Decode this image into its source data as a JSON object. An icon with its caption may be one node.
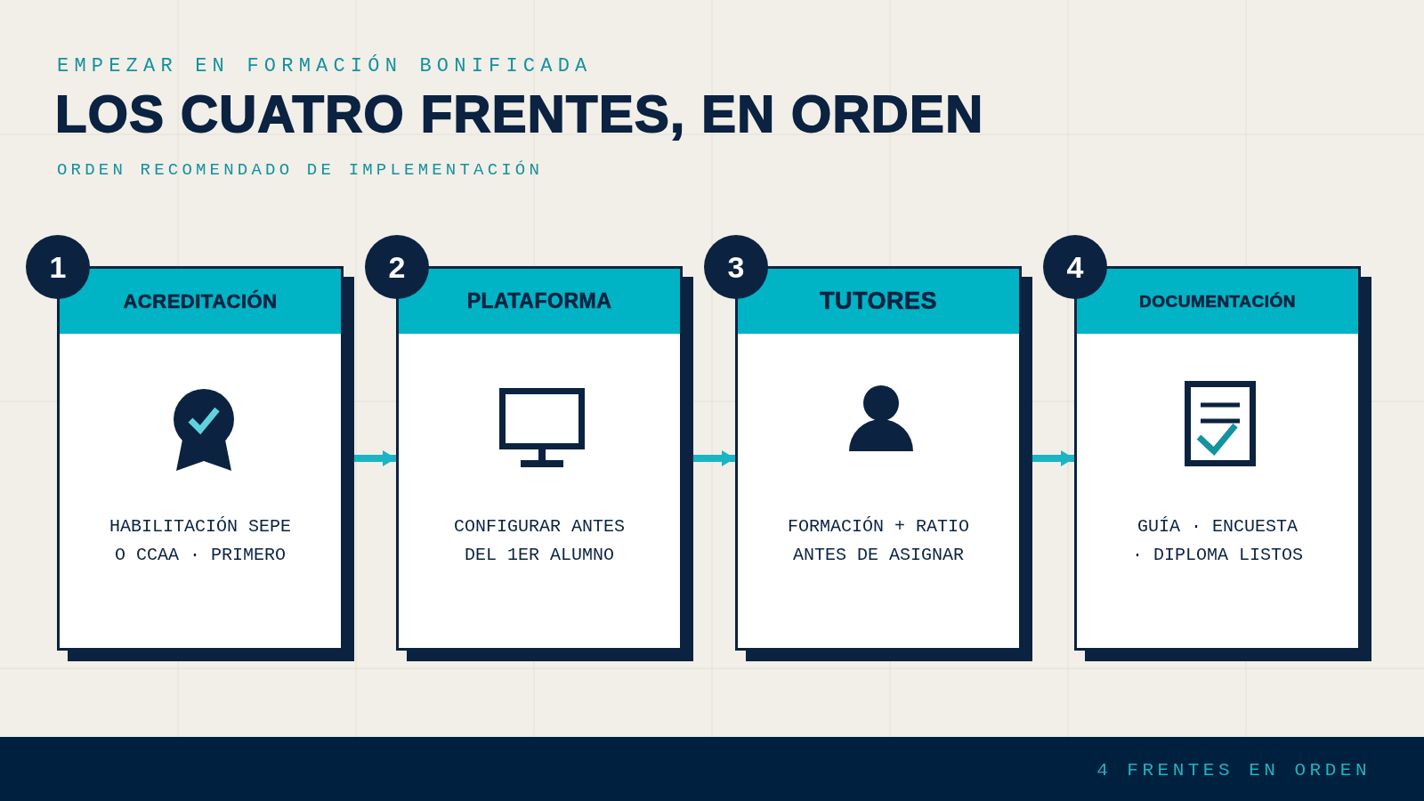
{
  "diagram": {
    "title": "LOS CUATRO FRENTES, EN ORDEN",
    "nodes": [
      {
        "text": [
          "1"
        ]
      },
      {
        "text": [
          "ACREDITACIÓN",
          "HABILITACIÓN SEPE O CCAA · PRIMERO"
        ]
      },
      {
        "text": [
          "2"
        ]
      },
      {
        "text": [
          "PLATAFORMA",
          "CONFIGURAR ANTES DEL 1ER ALUMNO"
        ]
      },
      {
        "text": [
          "3"
        ]
      },
      {
        "text": [
          "TUTORES",
          "FORMACIÓN + RATIO ANTES DE ASIGNAR"
        ]
      },
      {
        "text": [
          "4"
        ]
      },
      {
        "text": [
          "DOCUMENTACIÓN",
          "GUÍA · ENCUESTA · DIPLOMA LISTOS"
        ]
      }
    ],
    "edges": [
      {
        "from": 1,
        "to": 3,
        "arrow": "to"
      },
      {
        "from": 3,
        "to": 5,
        "arrow": "to"
      },
      {
        "from": 5,
        "to": 7,
        "arrow": "to"
      }
    ],
    "labels": [
      "EMPEZAR EN FORMACIÓN BONIFICADA",
      "ORDEN RECOMENDADO DE IMPLEMENTACIÓN",
      "4 FRENTES EN ORDEN"
    ]
  }
}
